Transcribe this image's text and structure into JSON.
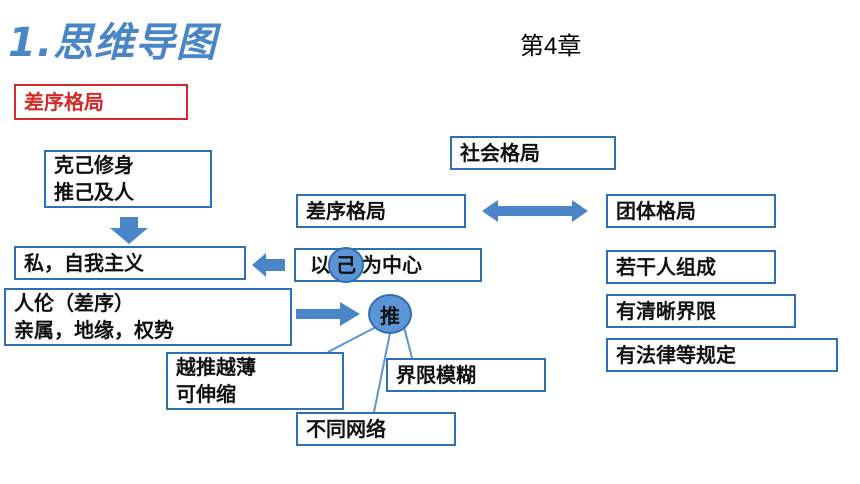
{
  "header": {
    "title": "1.思维导图",
    "chapter": "第4章"
  },
  "diagram": {
    "heading": "差序格局",
    "left": {
      "top_box": [
        "克己修身",
        "推己及人"
      ],
      "private": "私，自我主义",
      "relations": [
        "人伦（差序）",
        "亲属，地缘，权势"
      ],
      "push": "推",
      "shrink": [
        "越推越薄",
        "可伸缩"
      ],
      "blurry": "界限模糊",
      "networks": "不同网络"
    },
    "center": {
      "chaxu": "差序格局",
      "self_center": "以己为中心",
      "self_center_parts": [
        "以",
        "己",
        "为中心"
      ]
    },
    "right": {
      "social": "社会格局",
      "group": "团体格局",
      "traits": [
        "若干人组成",
        "有清晰界限",
        "有法律等规定"
      ]
    }
  },
  "colors": {
    "accent": "#2f6fb3",
    "arrow": "#4a86c7",
    "heading_red": "#d42a2a",
    "circle": "#5b95d6"
  }
}
